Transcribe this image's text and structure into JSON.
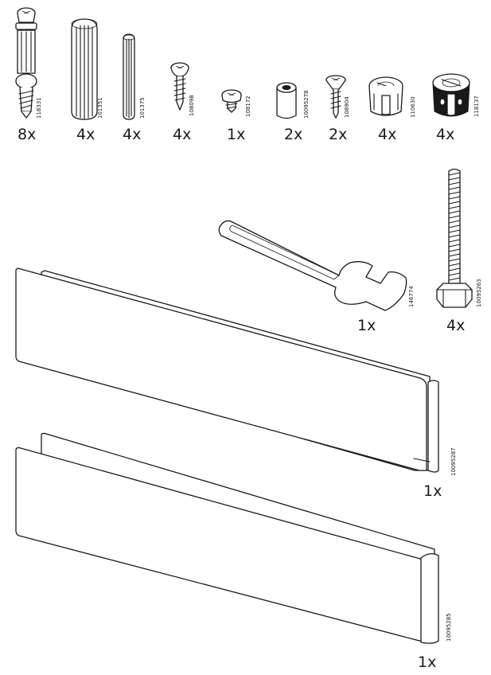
{
  "parts": [
    {
      "id": "cam-bolt",
      "quantity": "8x",
      "article": "118331"
    },
    {
      "id": "dowel-large",
      "quantity": "4x",
      "article": "101351"
    },
    {
      "id": "dowel-small",
      "quantity": "4x",
      "article": "101375"
    },
    {
      "id": "wood-screw",
      "quantity": "4x",
      "article": "108098"
    },
    {
      "id": "pan-screw",
      "quantity": "1x",
      "article": "108172"
    },
    {
      "id": "spacer",
      "quantity": "2x",
      "article": "10095278"
    },
    {
      "id": "countersunk-screw",
      "quantity": "2x",
      "article": "108904"
    },
    {
      "id": "cam-lock-light",
      "quantity": "4x",
      "article": "110630"
    },
    {
      "id": "cam-lock-dark",
      "quantity": "4x",
      "article": "118137"
    },
    {
      "id": "wrench",
      "quantity": "1x",
      "article": "146774"
    },
    {
      "id": "hex-bolt",
      "quantity": "4x",
      "article": "10095263"
    },
    {
      "id": "panel-upper",
      "quantity": "1x",
      "article": "10095287"
    },
    {
      "id": "panel-lower",
      "quantity": "1x",
      "article": "10095285"
    }
  ]
}
